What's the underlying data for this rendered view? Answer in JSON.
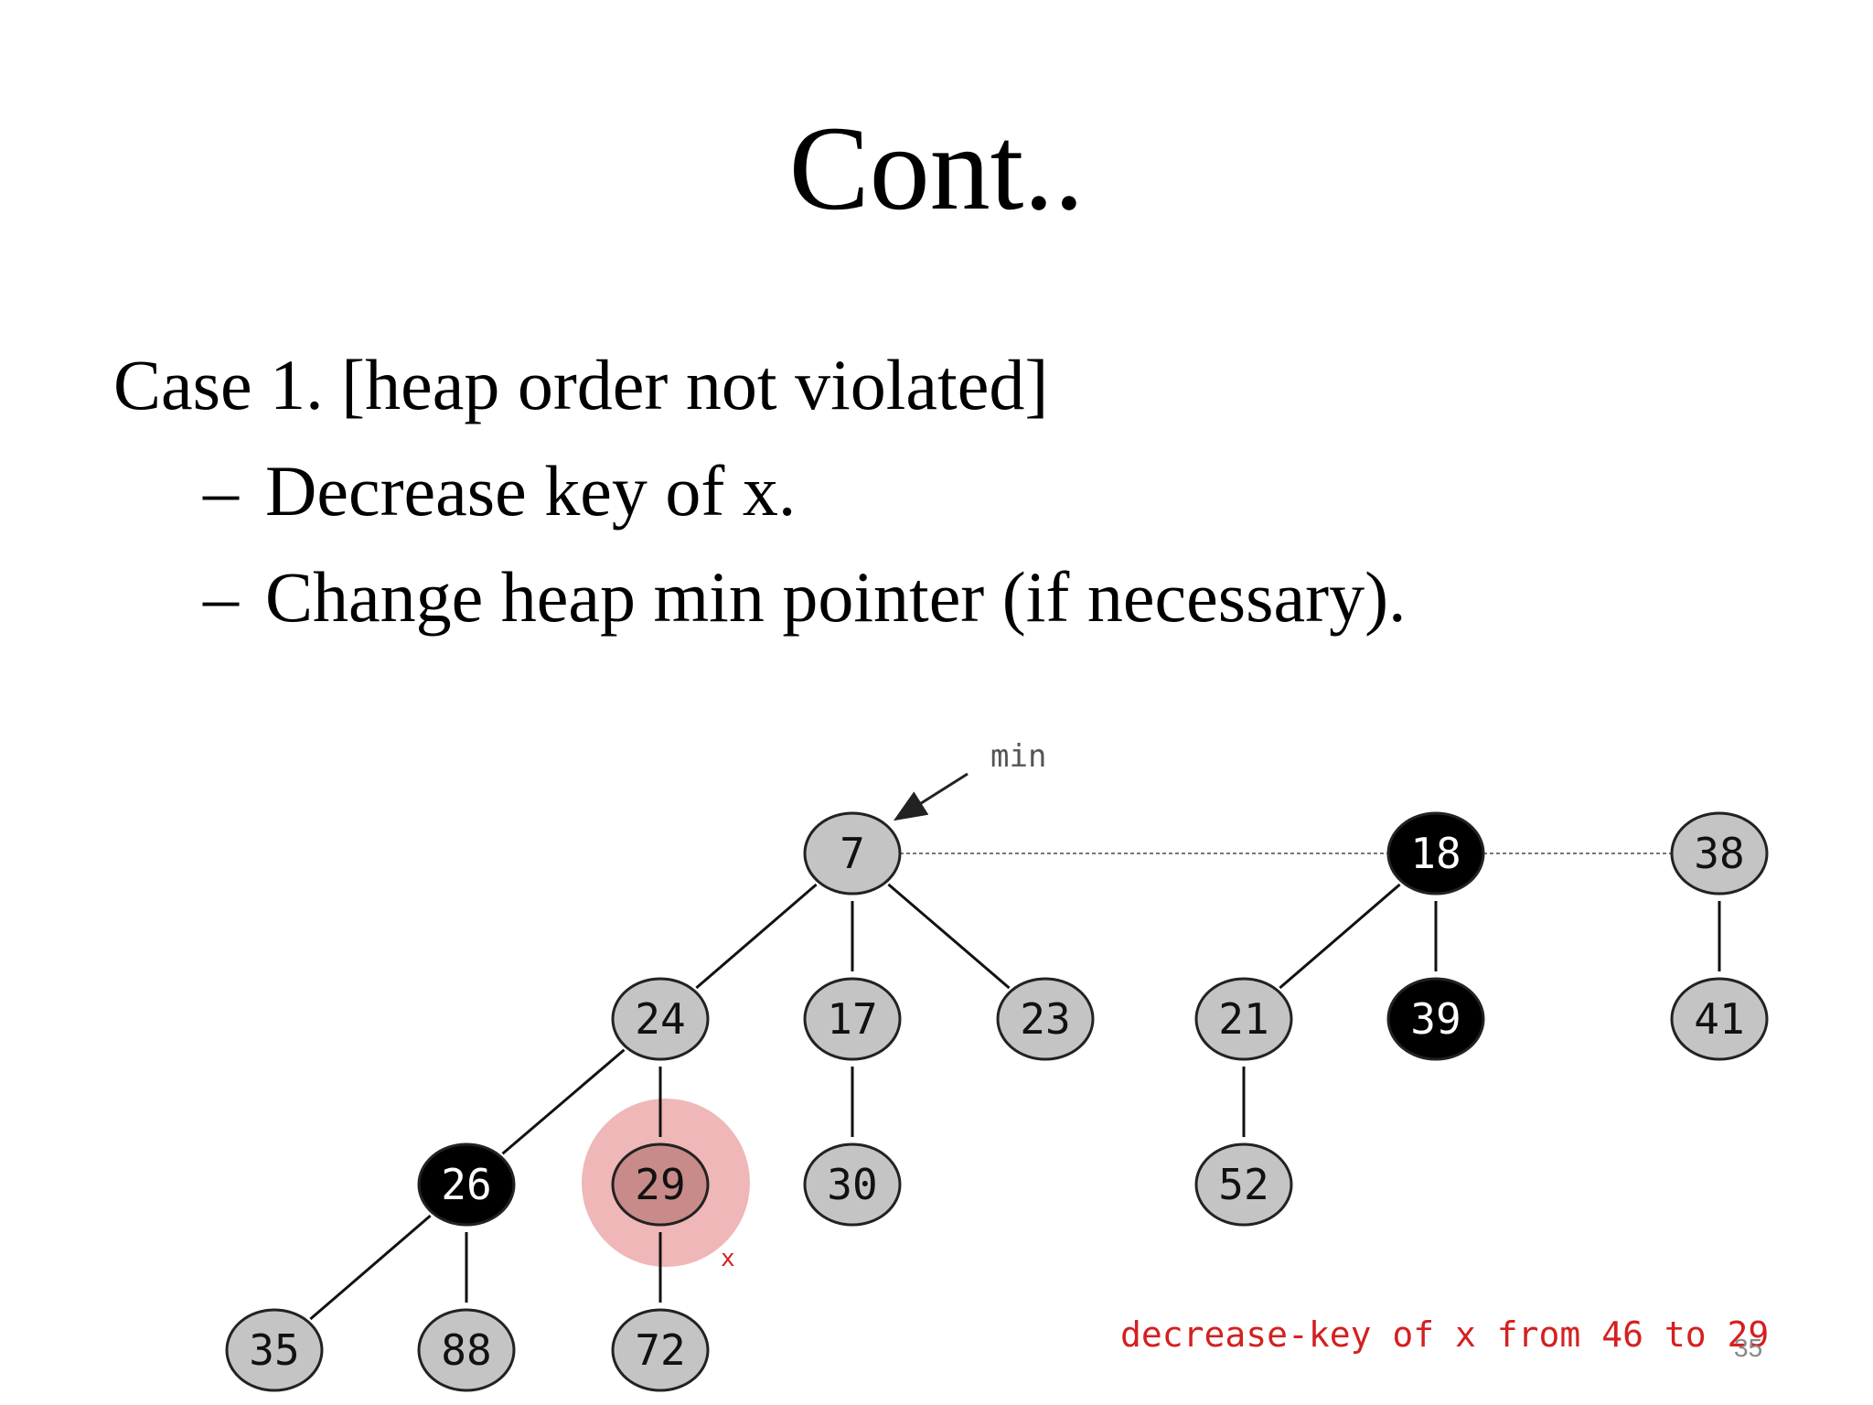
{
  "slide": {
    "title": "Cont..",
    "case_line": "Case 1.  [heap order not violated]",
    "bullets": [
      "Decrease key of x.",
      "Change heap min pointer (if necessary)."
    ],
    "bullet_marker": "–",
    "page_number": "35"
  },
  "diagram": {
    "min_label": "min",
    "x_label": "x",
    "caption": "decrease-key of x from 46 to 29",
    "colors": {
      "node_fill": "#c4c4c4",
      "marked_fill": "#000000",
      "highlight": "#e89898",
      "highlighted_node_fill": "#c98a8a",
      "caption": "#d42020"
    },
    "nodes": [
      {
        "id": "7",
        "label": "7",
        "marked": false
      },
      {
        "id": "18",
        "label": "18",
        "marked": true
      },
      {
        "id": "38",
        "label": "38",
        "marked": false
      },
      {
        "id": "24",
        "label": "24",
        "marked": false
      },
      {
        "id": "17",
        "label": "17",
        "marked": false
      },
      {
        "id": "23",
        "label": "23",
        "marked": false
      },
      {
        "id": "21",
        "label": "21",
        "marked": false
      },
      {
        "id": "39",
        "label": "39",
        "marked": true
      },
      {
        "id": "41",
        "label": "41",
        "marked": false
      },
      {
        "id": "26",
        "label": "26",
        "marked": true
      },
      {
        "id": "29",
        "label": "29",
        "marked": false,
        "highlighted": true
      },
      {
        "id": "30",
        "label": "30",
        "marked": false
      },
      {
        "id": "52",
        "label": "52",
        "marked": false
      },
      {
        "id": "35",
        "label": "35",
        "marked": false
      },
      {
        "id": "88",
        "label": "88",
        "marked": false
      },
      {
        "id": "72",
        "label": "72",
        "marked": false
      }
    ],
    "root_list": [
      "7",
      "18",
      "38"
    ],
    "edges": [
      [
        "7",
        "24"
      ],
      [
        "7",
        "17"
      ],
      [
        "7",
        "23"
      ],
      [
        "18",
        "21"
      ],
      [
        "18",
        "39"
      ],
      [
        "38",
        "41"
      ],
      [
        "24",
        "26"
      ],
      [
        "24",
        "29"
      ],
      [
        "17",
        "30"
      ],
      [
        "21",
        "52"
      ],
      [
        "26",
        "35"
      ],
      [
        "26",
        "88"
      ],
      [
        "29",
        "72"
      ]
    ]
  }
}
